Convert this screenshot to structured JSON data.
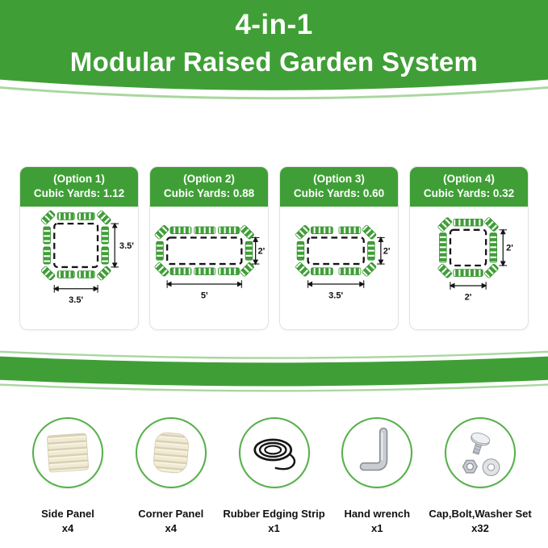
{
  "colors": {
    "brand_green": "#3f9f36",
    "light_green_accent": "#a8d79e",
    "panel_cream": "#f1ead3",
    "text_dark": "#141414"
  },
  "header": {
    "line1": "4-in-1",
    "line2": "Modular Raised Garden System"
  },
  "options": [
    {
      "label": "(Option 1)",
      "cubic_yards": "Cubic Yards: 1.12",
      "width": "3.5'",
      "height": "3.5'"
    },
    {
      "label": "(Option 2)",
      "cubic_yards": "Cubic Yards: 0.88",
      "width": "5'",
      "height": "2'"
    },
    {
      "label": "(Option 3)",
      "cubic_yards": "Cubic Yards: 0.60",
      "width": "3.5'",
      "height": "2'"
    },
    {
      "label": "(Option 4)",
      "cubic_yards": "Cubic Yards: 0.32",
      "width": "2'",
      "height": "2'"
    }
  ],
  "parts": [
    {
      "name": "Side Panel",
      "qty": "x4",
      "icon": "side-panel-icon"
    },
    {
      "name": "Corner Panel",
      "qty": "x4",
      "icon": "corner-panel-icon"
    },
    {
      "name": "Rubber Edging Strip",
      "qty": "x1",
      "icon": "rubber-edging-strip-icon"
    },
    {
      "name": "Hand wrench",
      "qty": "x1",
      "icon": "hand-wrench-icon"
    },
    {
      "name": "Cap,Bolt,Washer Set",
      "qty": "x32",
      "icon": "cap-bolt-washer-icon"
    }
  ]
}
